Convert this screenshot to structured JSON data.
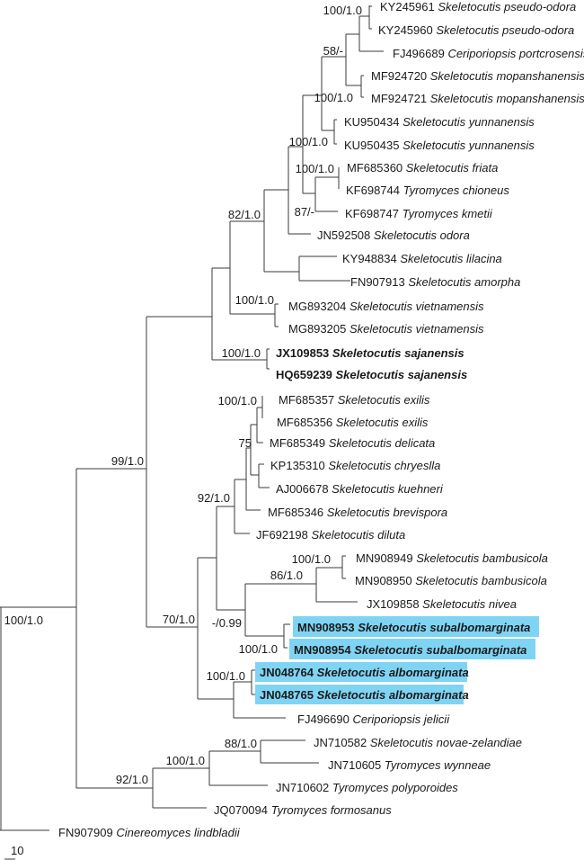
{
  "highlight_color": "#7fd4f4",
  "scale_bar_label": "10",
  "leaves": [
    {
      "accession": "KY245961",
      "species": "Skeletocutis pseudo-odora",
      "bold": false,
      "highlighted": false
    },
    {
      "accession": "KY245960",
      "species": "Skeletocutis pseudo-odora",
      "bold": false,
      "highlighted": false
    },
    {
      "accession": "FJ496689",
      "species": "Ceriporiopsis portcrosensis",
      "bold": false,
      "highlighted": false
    },
    {
      "accession": "MF924720",
      "species": "Skeletocutis mopanshanensis",
      "bold": false,
      "highlighted": false
    },
    {
      "accession": "MF924721",
      "species": "Skeletocutis mopanshanensis",
      "bold": false,
      "highlighted": false
    },
    {
      "accession": "KU950434",
      "species": "Skeletocutis yunnanensis",
      "bold": false,
      "highlighted": false
    },
    {
      "accession": "KU950435",
      "species": "Skeletocutis yunnanensis",
      "bold": false,
      "highlighted": false
    },
    {
      "accession": "MF685360",
      "species": "Skeletocutis friata",
      "bold": false,
      "highlighted": false
    },
    {
      "accession": "KF698744",
      "species": "Tyromyces chioneus",
      "bold": false,
      "highlighted": false
    },
    {
      "accession": "KF698747",
      "species": "Tyromyces kmetii",
      "bold": false,
      "highlighted": false
    },
    {
      "accession": "JN592508",
      "species": "Skeletocutis odora",
      "bold": false,
      "highlighted": false
    },
    {
      "accession": "KY948834",
      "species": "Skeletocutis lilacina",
      "bold": false,
      "highlighted": false
    },
    {
      "accession": "FN907913",
      "species": "Skeletocutis amorpha",
      "bold": false,
      "highlighted": false
    },
    {
      "accession": "MG893204",
      "species": "Skeletocutis vietnamensis",
      "bold": false,
      "highlighted": false
    },
    {
      "accession": "MG893205",
      "species": "Skeletocutis vietnamensis",
      "bold": false,
      "highlighted": false
    },
    {
      "accession": "JX109853",
      "species": "Skeletocutis sajanensis",
      "bold": true,
      "highlighted": false
    },
    {
      "accession": "HQ659239",
      "species": "Skeletocutis sajanensis",
      "bold": true,
      "highlighted": false
    },
    {
      "accession": "MF685357",
      "species": "Skeletocutis exilis",
      "bold": false,
      "highlighted": false
    },
    {
      "accession": "MF685356",
      "species": "Skeletocutis exilis",
      "bold": false,
      "highlighted": false
    },
    {
      "accession": "MF685349",
      "species": "Skeletocutis delicata",
      "bold": false,
      "highlighted": false
    },
    {
      "accession": "KP135310",
      "species": "Skeletocutis chryeslla",
      "bold": false,
      "highlighted": false
    },
    {
      "accession": "AJ006678",
      "species": "Skeletocutis kuehneri",
      "bold": false,
      "highlighted": false
    },
    {
      "accession": "MF685346",
      "species": "Skeletocutis brevispora",
      "bold": false,
      "highlighted": false
    },
    {
      "accession": "JF692198",
      "species": "Skeletocutis diluta",
      "bold": false,
      "highlighted": false
    },
    {
      "accession": "MN908949",
      "species": "Skeletocutis bambusicola",
      "bold": false,
      "highlighted": false
    },
    {
      "accession": "MN908950",
      "species": "Skeletocutis bambusicola",
      "bold": false,
      "highlighted": false
    },
    {
      "accession": "JX109858",
      "species": "Skeletocutis nivea",
      "bold": false,
      "highlighted": false
    },
    {
      "accession": "MN908953",
      "species": "Skeletocutis subalbomarginata",
      "bold": true,
      "highlighted": true
    },
    {
      "accession": "MN908954",
      "species": "Skeletocutis subalbomarginata",
      "bold": true,
      "highlighted": true
    },
    {
      "accession": "JN048764",
      "species": "Skeletocutis albomarginata",
      "bold": true,
      "highlighted": true
    },
    {
      "accession": "JN048765",
      "species": "Skeletocutis albomarginata",
      "bold": true,
      "highlighted": true
    },
    {
      "accession": "FJ496690",
      "species": "Ceriporiopsis jelicii",
      "bold": false,
      "highlighted": false
    },
    {
      "accession": "JN710582",
      "species": "Skeletocutis novae-zelandiae",
      "bold": false,
      "highlighted": false
    },
    {
      "accession": "JN710605",
      "species": "Tyromyces wynneae",
      "bold": false,
      "highlighted": false
    },
    {
      "accession": "JN710602",
      "species": "Tyromyces polyporoides",
      "bold": false,
      "highlighted": false
    },
    {
      "accession": "JQ070094",
      "species": "Tyromyces formosanus",
      "bold": false,
      "highlighted": false
    },
    {
      "accession": "FN907909",
      "species": "Cinereomyces lindbladii",
      "bold": false,
      "highlighted": false
    }
  ],
  "supports": [
    "100/1.0",
    "58/-",
    "100/1.0",
    "100/1.0",
    "100/1.0",
    "87/-",
    "82/1.0",
    "100/1.0",
    "100/1.0",
    "99/1.0",
    "100/1.0",
    "75",
    "92/1.0",
    "100/1.0",
    "86/1.0",
    "-/0.99",
    "100/1.0",
    "70/1.0",
    "100/1.0",
    "88/1.0",
    "100/1.0",
    "92/1.0",
    "100/1.0"
  ]
}
